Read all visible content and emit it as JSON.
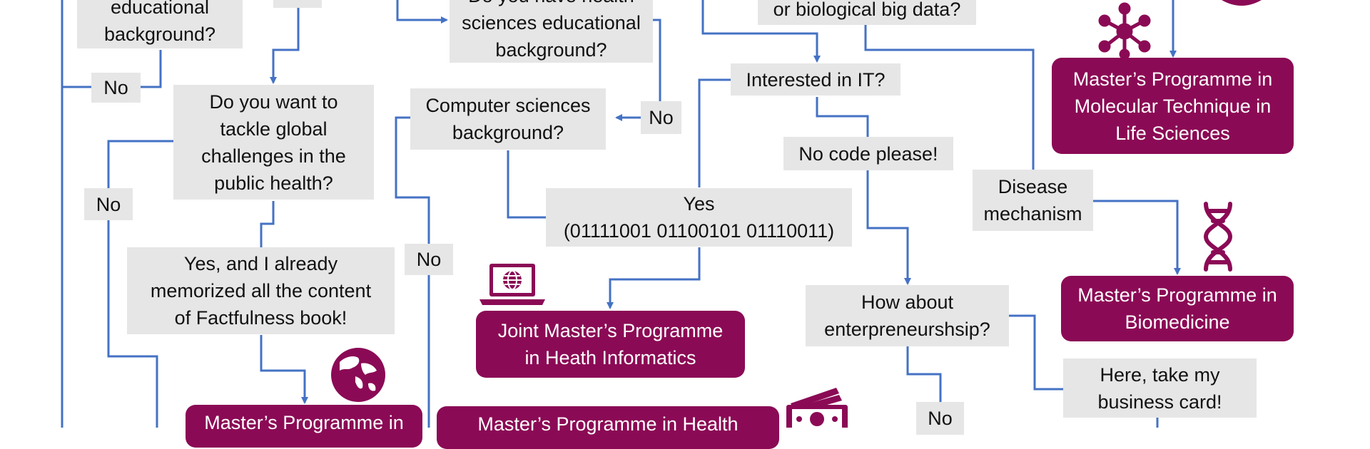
{
  "colors": {
    "connector": "#4472c4",
    "question_bg": "#e6e6e6",
    "programme_bg": "#8b0a55",
    "icon": "#8b0a55"
  },
  "nodes": {
    "educational_background": "educational\nbackground?",
    "yes_top_fragment": "",
    "no_left_1": "No",
    "health_sciences_q": "Do you have health\nsciences educational\nbackground?",
    "big_data_q": "or biological big data?",
    "interested_it": "Interested in IT?",
    "computer_sciences": "Computer sciences\nbackground?",
    "no_cs": "No",
    "global_health_q": "Do you want to\ntackle global\nchallenges in the\npublic health?",
    "no_left_2": "No",
    "no_code": "No code please!",
    "yes_binary": "Yes\n(01111001 01100101 01110011)",
    "factfulness": "Yes, and I already\nmemorized all the content\nof Factfulness book!",
    "no_mid": "No",
    "disease_mechanism": "Disease\nmechanism",
    "entrepreneurship_q": "How about\nenterpreneurshsip?",
    "business_card": "Here, take my\nbusiness card!",
    "no_bottom": "No"
  },
  "programmes": {
    "molecular_technique": "Master’s Programme in\nMolecular Technique in\nLife Sciences",
    "biomedicine": "Master’s Programme in\nBiomedicine",
    "health_informatics": "Joint Master’s Programme\nin Heath Informatics",
    "global_health": "Master’s Programme in",
    "health_economics": "Master’s Programme in Health"
  },
  "icons": [
    "molecule-icon",
    "dna-icon",
    "laptop-globe-icon",
    "globe-icon",
    "money-icon"
  ]
}
